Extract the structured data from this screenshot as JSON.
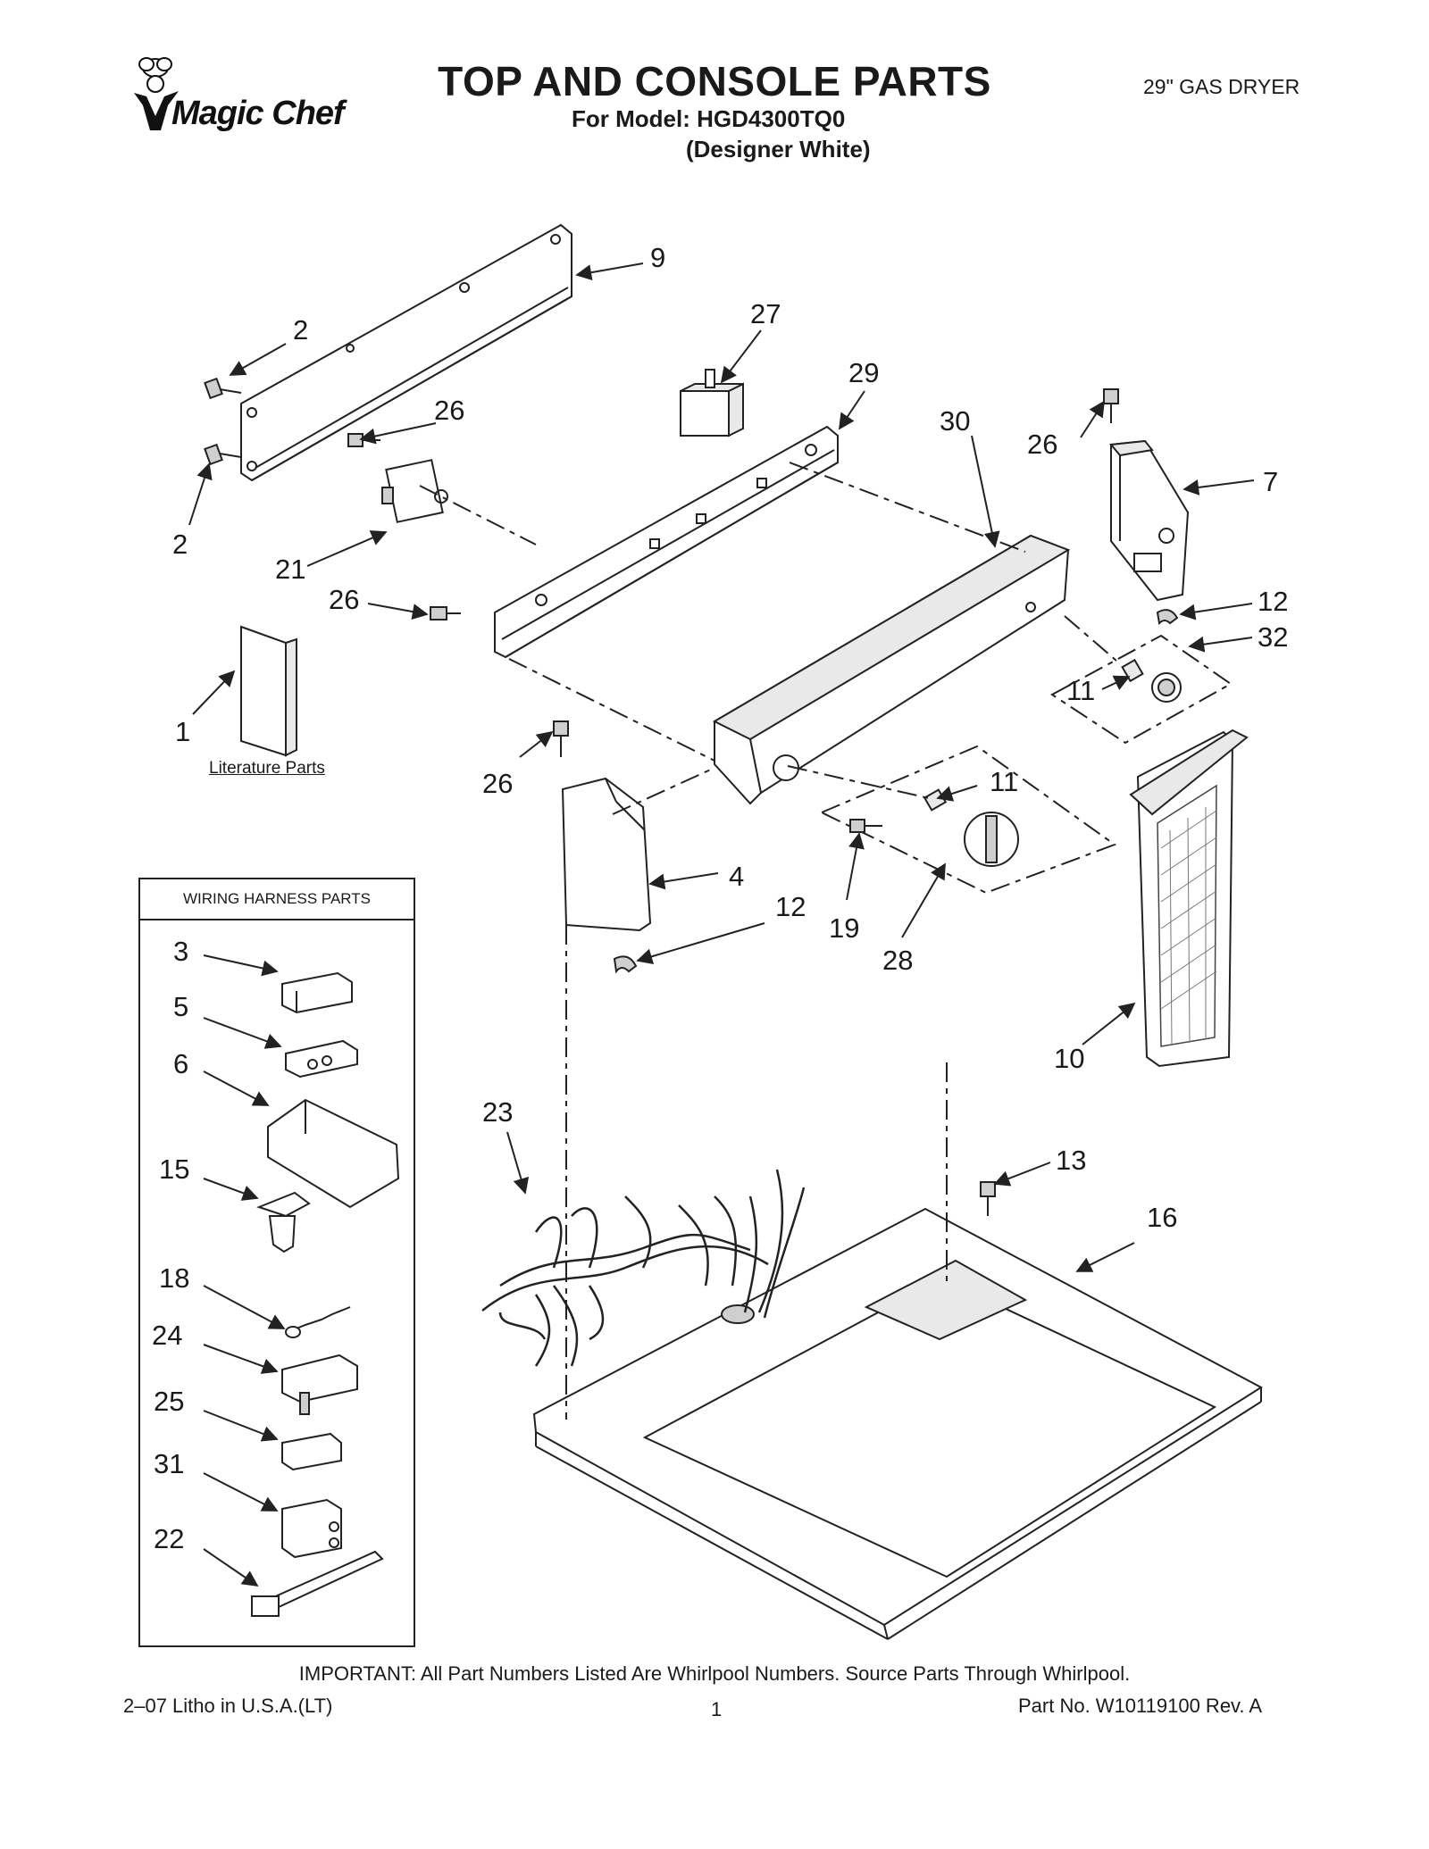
{
  "header": {
    "brand": "Magic Chef",
    "title": "TOP AND CONSOLE PARTS",
    "model_line": "For Model: HGD4300TQ0",
    "color_line": "(Designer White)",
    "product_type": "29\" GAS DRYER"
  },
  "labels": {
    "literature": "Literature Parts",
    "harness_title": "WIRING HARNESS PARTS"
  },
  "callouts": {
    "c9": "9",
    "c2a": "2",
    "c2b": "2",
    "c27": "27",
    "c29": "29",
    "c26a": "26",
    "c30": "30",
    "c26b": "26",
    "c7": "7",
    "c21": "21",
    "c26c": "26",
    "c12a": "12",
    "c32": "32",
    "c11a": "11",
    "c1": "1",
    "c26d": "26",
    "c11b": "11",
    "c4": "4",
    "c12b": "12",
    "c19": "19",
    "c28": "28",
    "c10": "10",
    "c23": "23",
    "c13": "13",
    "c16": "16",
    "h3": "3",
    "h5": "5",
    "h6": "6",
    "h15": "15",
    "h18": "18",
    "h24": "24",
    "h25": "25",
    "h31": "31",
    "h22": "22"
  },
  "footer": {
    "important": "IMPORTANT: All Part Numbers Listed Are Whirlpool Numbers. Source Parts Through Whirlpool.",
    "litho": "2–07 Litho in U.S.A.(LT)",
    "page": "1",
    "part_no": "Part No. W10119100 Rev. A"
  }
}
